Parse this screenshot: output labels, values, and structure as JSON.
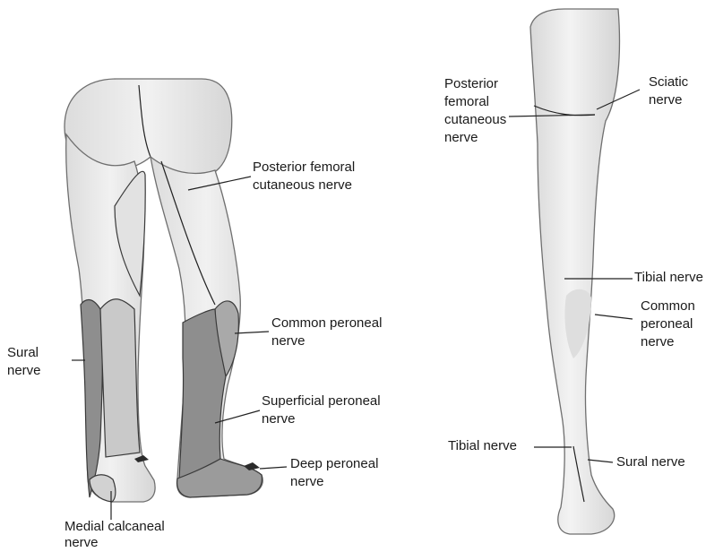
{
  "colors": {
    "skin_light": "#e9e9e9",
    "skin_mid": "#d4d4d4",
    "sural_zone": "#8e8e8e",
    "lateral_zone": "#a9a9a9",
    "outline": "#3a3a3a"
  },
  "left_figure": {
    "labels": {
      "posterior_femoral": [
        "Posterior femoral",
        "cutaneous nerve"
      ],
      "common_peroneal": [
        "Common peroneal",
        "nerve"
      ],
      "sural": [
        "Sural",
        "nerve"
      ],
      "superficial_peroneal": [
        "Superficial peroneal",
        "nerve"
      ],
      "deep_peroneal": [
        "Deep peroneal",
        "nerve"
      ],
      "medial_calcaneal": [
        "Medial calcaneal",
        "nerve"
      ]
    }
  },
  "right_figure": {
    "labels": {
      "posterior_femoral": [
        "Posterior",
        "femoral",
        "cutaneous",
        "nerve"
      ],
      "sciatic": [
        "Sciatic",
        "nerve"
      ],
      "tibial_upper": "Tibial nerve",
      "common_peroneal": [
        "Common",
        "peroneal",
        "nerve"
      ],
      "tibial_lower": "Tibial nerve",
      "sural": "Sural nerve"
    }
  }
}
